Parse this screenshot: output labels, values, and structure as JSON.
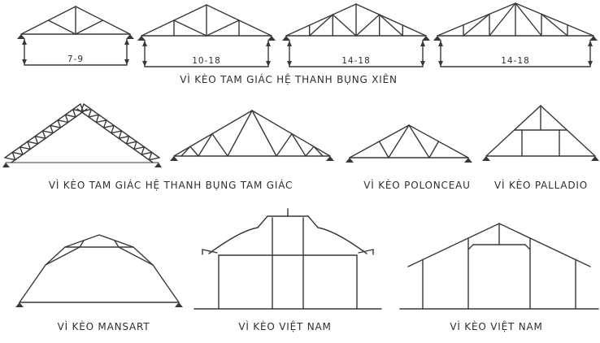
{
  "ink_color": "#383838",
  "row1": {
    "caption": "VÌ KÈO TAM GIÁC HỆ THANH BỤNG XIÊN",
    "figures": [
      {
        "name": "triangular-truss-king-post",
        "span_label": "7-9"
      },
      {
        "name": "triangular-truss-queen-posts",
        "span_label": "10-18"
      },
      {
        "name": "triangular-truss-howe-web",
        "span_label": "14-18"
      },
      {
        "name": "triangular-truss-fan-web",
        "span_label": "14-18"
      }
    ]
  },
  "row2": {
    "caption_left": "VÌ KÈO TAM GIÁC HỆ THANH BỤNG TAM GIÁC",
    "caption_polonceau": "VÌ KÈO POLONCEAU",
    "caption_palladio": "VÌ KÈO PALLADIO"
  },
  "row3": {
    "caption_mansart": "VÌ KÈO MANSART",
    "caption_vietnam_1": "VÌ KÈO VIỆT NAM",
    "caption_vietnam_2": "VÌ KÈO VIỆT NAM"
  }
}
